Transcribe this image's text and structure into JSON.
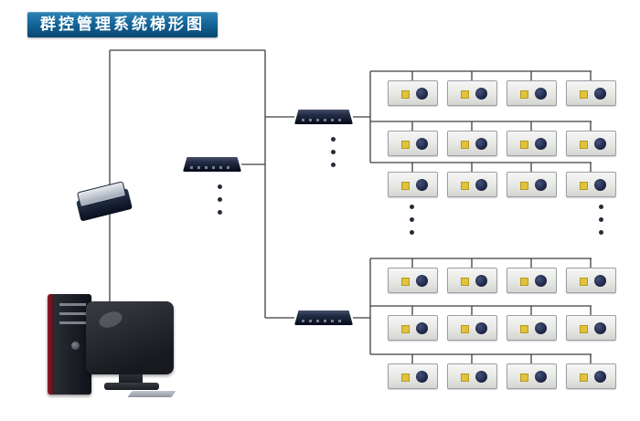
{
  "title": {
    "text": "群控管理系统梯形图"
  },
  "colors": {
    "title_bg_top": "#2e85b5",
    "title_bg_bottom": "#0a466f",
    "title_text": "#ffffff",
    "wire": "#3f3f3f",
    "module_body": "#e7e8e4",
    "module_led": "#e2c23a",
    "module_knob": "#1a2240",
    "switch_body": "#131a2c"
  },
  "diagram": {
    "computer": {
      "label": "management-computer"
    },
    "router": {
      "label": "router"
    },
    "switches": [
      {
        "label": "switch-1"
      },
      {
        "label": "switch-2"
      },
      {
        "label": "switch-3"
      }
    ],
    "groups": [
      {
        "name": "upper-module-group",
        "rows": 3,
        "cols": 4
      },
      {
        "name": "lower-module-group",
        "rows": 3,
        "cols": 4
      }
    ],
    "ellipsis": {
      "groups": 4,
      "dots_per_group": 3
    }
  }
}
